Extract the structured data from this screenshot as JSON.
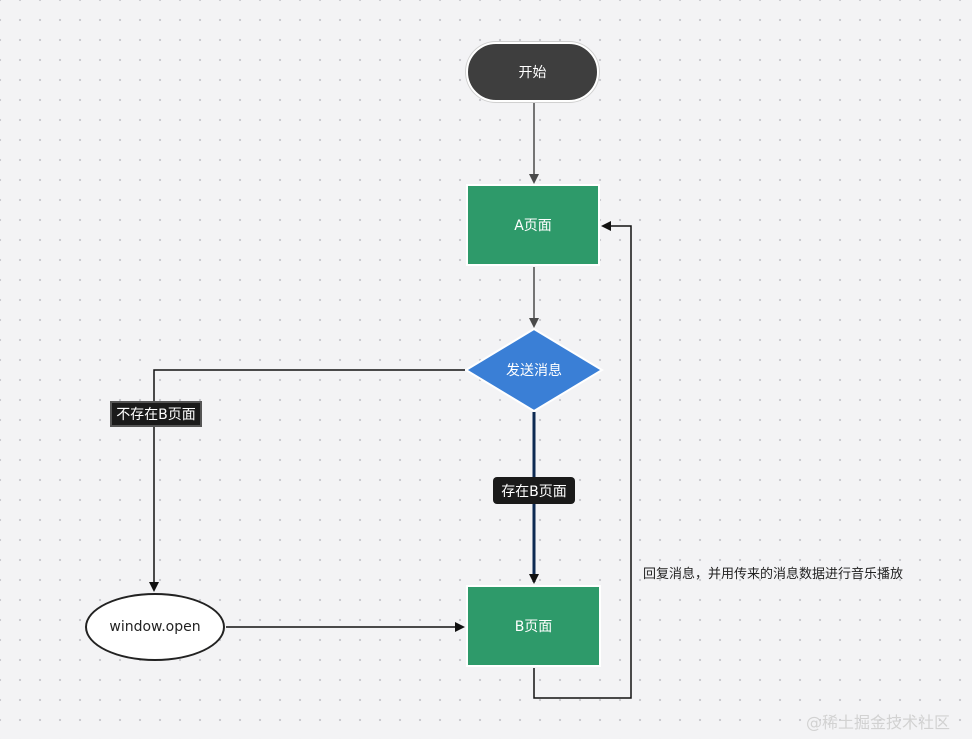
{
  "nodes": {
    "start": "开始",
    "page_a": "A页面",
    "send_message": "发送消息",
    "page_b": "B页面",
    "window_open": "window.open"
  },
  "edge_labels": {
    "not_exist_b": "不存在B页面",
    "exist_b": "存在B页面",
    "reply": "回复消息，并用传来的消息数据进行音乐播放"
  },
  "watermark": "@稀土掘金技术社区",
  "colors": {
    "start_fill": "#3e3e3e",
    "page_fill": "#2e9a6a",
    "decision_fill": "#3a7fd6",
    "label_fill": "#1a1a1a",
    "edge_stroke": "#111111"
  }
}
